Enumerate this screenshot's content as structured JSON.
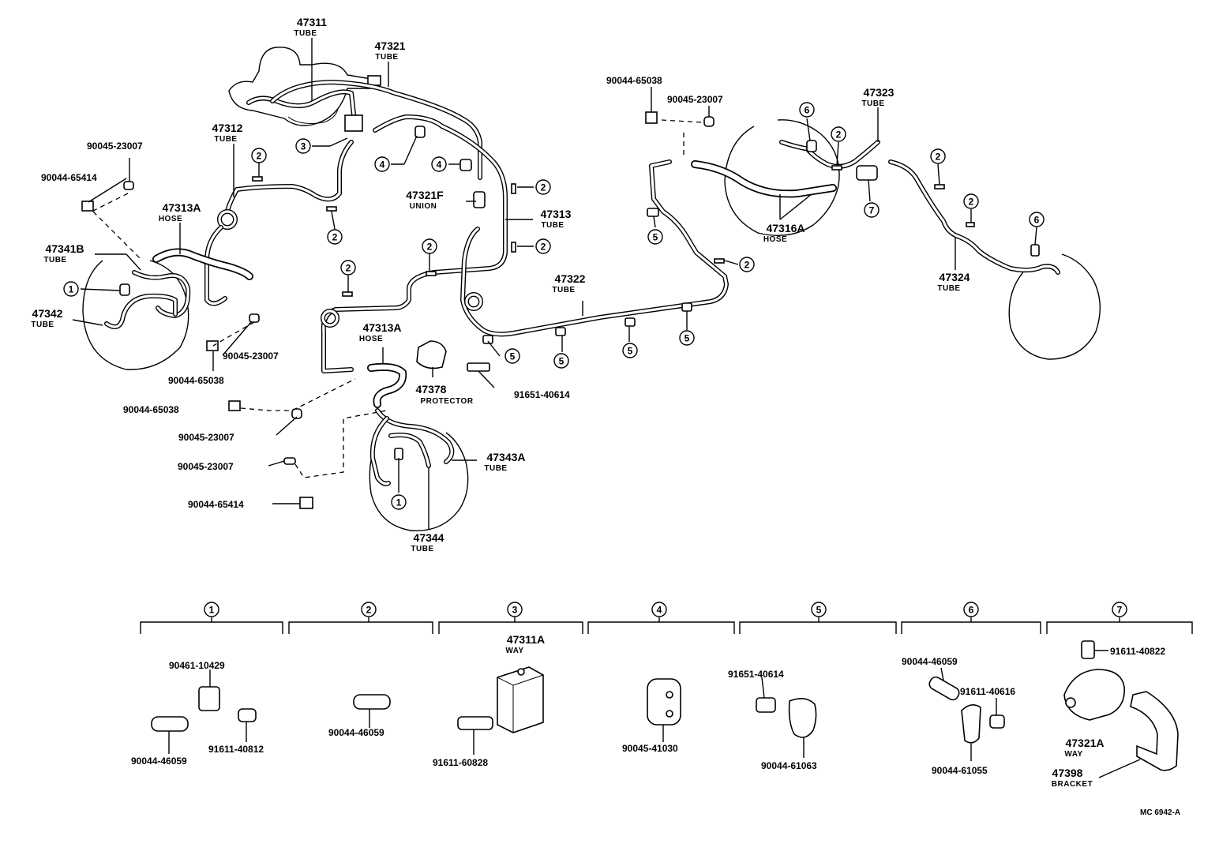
{
  "labels": {
    "p47311": {
      "num": "47311",
      "name": "TUBE"
    },
    "p47321": {
      "num": "47321",
      "name": "TUBE"
    },
    "p47312": {
      "num": "47312",
      "name": "TUBE"
    },
    "p47313A_top": {
      "num": "47313A",
      "name": "HOSE"
    },
    "p47341B": {
      "num": "47341B",
      "name": "TUBE"
    },
    "p47342": {
      "num": "47342",
      "name": "TUBE"
    },
    "p47321F": {
      "num": "47321F",
      "name": "UNION"
    },
    "p47313": {
      "num": "47313",
      "name": "TUBE"
    },
    "p47313A_mid": {
      "num": "47313A",
      "name": "HOSE"
    },
    "p47378": {
      "num": "47378",
      "name": "PROTECTOR"
    },
    "p47322": {
      "num": "47322",
      "name": "TUBE"
    },
    "p47343A": {
      "num": "47343A",
      "name": "TUBE"
    },
    "p47344": {
      "num": "47344",
      "name": "TUBE"
    },
    "p47316A": {
      "num": "47316A",
      "name": "HOSE"
    },
    "p47323": {
      "num": "47323",
      "name": "TUBE"
    },
    "p47324": {
      "num": "47324",
      "name": "TUBE"
    },
    "p47311A": {
      "num": "47311A",
      "name": "WAY"
    },
    "p47321A": {
      "num": "47321A",
      "name": "WAY"
    },
    "p47398": {
      "num": "47398",
      "name": "BRACKET"
    }
  },
  "fasteners": {
    "f1": "90045-23007",
    "f2": "90044-65414",
    "f3": "90045-23007",
    "f4": "90044-65038",
    "f5": "90044-65038",
    "f6": "90045-23007",
    "f7": "90045-23007",
    "f8": "90044-65414",
    "f9": "91651-40614",
    "f10": "90044-65038",
    "f11": "90045-23007"
  },
  "callouts": [
    "1",
    "2",
    "3",
    "4",
    "5",
    "6",
    "7"
  ],
  "kits": {
    "k1": {
      "num": "1",
      "parts": [
        "90461-10429",
        "90044-46059",
        "91611-40812"
      ]
    },
    "k2": {
      "num": "2",
      "parts": [
        "90044-46059"
      ]
    },
    "k3": {
      "num": "3",
      "parts": [
        "91611-60828"
      ]
    },
    "k4": {
      "num": "4",
      "parts": [
        "90045-41030"
      ]
    },
    "k5": {
      "num": "5",
      "parts": [
        "91651-40614",
        "90044-61063"
      ]
    },
    "k6": {
      "num": "6",
      "parts": [
        "90044-46059",
        "91611-40616",
        "90044-61055"
      ]
    },
    "k7": {
      "num": "7",
      "parts": [
        "91611-40822"
      ]
    }
  },
  "drawing_code": "MC 6942-A"
}
